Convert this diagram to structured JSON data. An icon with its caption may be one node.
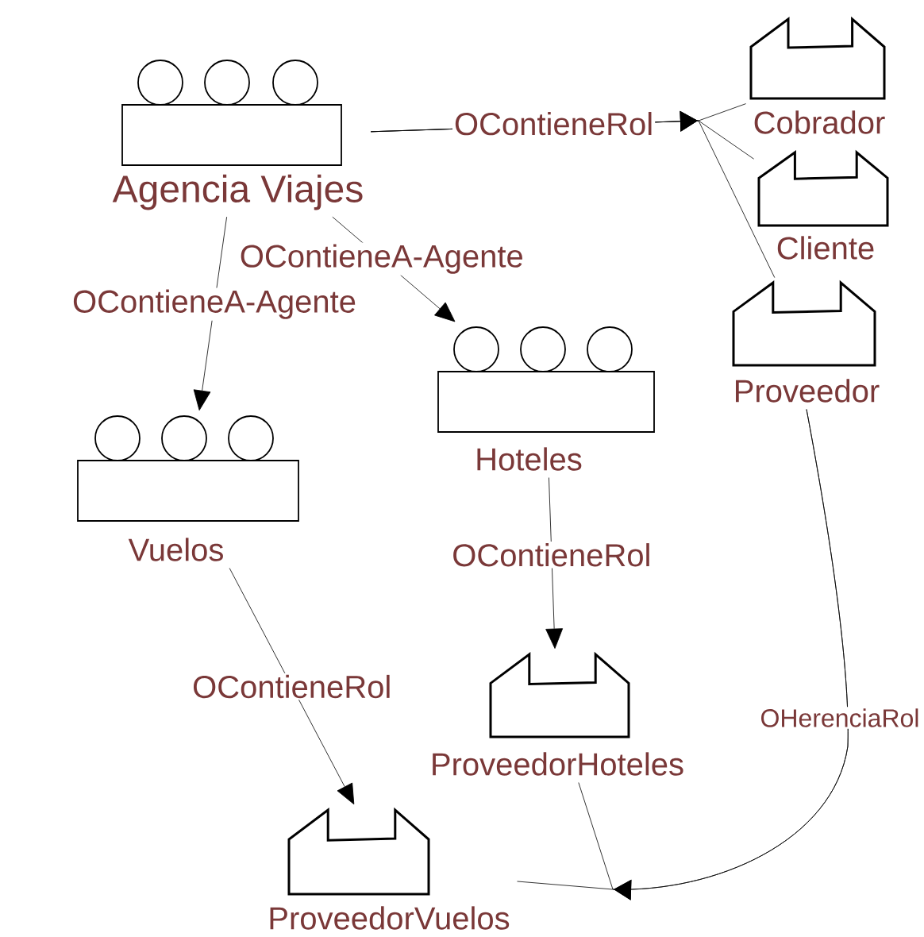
{
  "diagram": {
    "nodes": [
      {
        "text": [
          "Agencia Viajes"
        ]
      },
      {
        "text": [
          "Cobrador"
        ]
      },
      {
        "text": [
          "Cliente"
        ]
      },
      {
        "text": [
          "Hoteles"
        ]
      },
      {
        "text": [
          "Proveedor"
        ]
      },
      {
        "text": [
          "Vuelos"
        ]
      },
      {
        "text": [
          "ProveedorHoteles"
        ]
      },
      {
        "text": [
          "ProveedorVuelos"
        ]
      }
    ],
    "edges": [
      {
        "from": 0,
        "to": 1,
        "arrow": "to",
        "label": "OContieneRol"
      },
      {
        "from": 0,
        "to": 2,
        "arrow": "to"
      },
      {
        "from": 0,
        "to": 4,
        "arrow": "to"
      },
      {
        "from": 0,
        "to": 5,
        "arrow": "to",
        "label": "OContieneA-Agente"
      },
      {
        "from": 0,
        "to": 3,
        "arrow": "to",
        "label": "OContieneA-Agente"
      },
      {
        "from": 3,
        "to": 6,
        "arrow": "to",
        "label": "OContieneRol"
      },
      {
        "from": 5,
        "to": 7,
        "arrow": "to",
        "label": "OContieneRol"
      },
      {
        "from": 4,
        "to": 7,
        "arrow": "to",
        "label": "OHerenciaRol"
      },
      {
        "from": 4,
        "to": 6,
        "arrow": "to"
      }
    ]
  }
}
